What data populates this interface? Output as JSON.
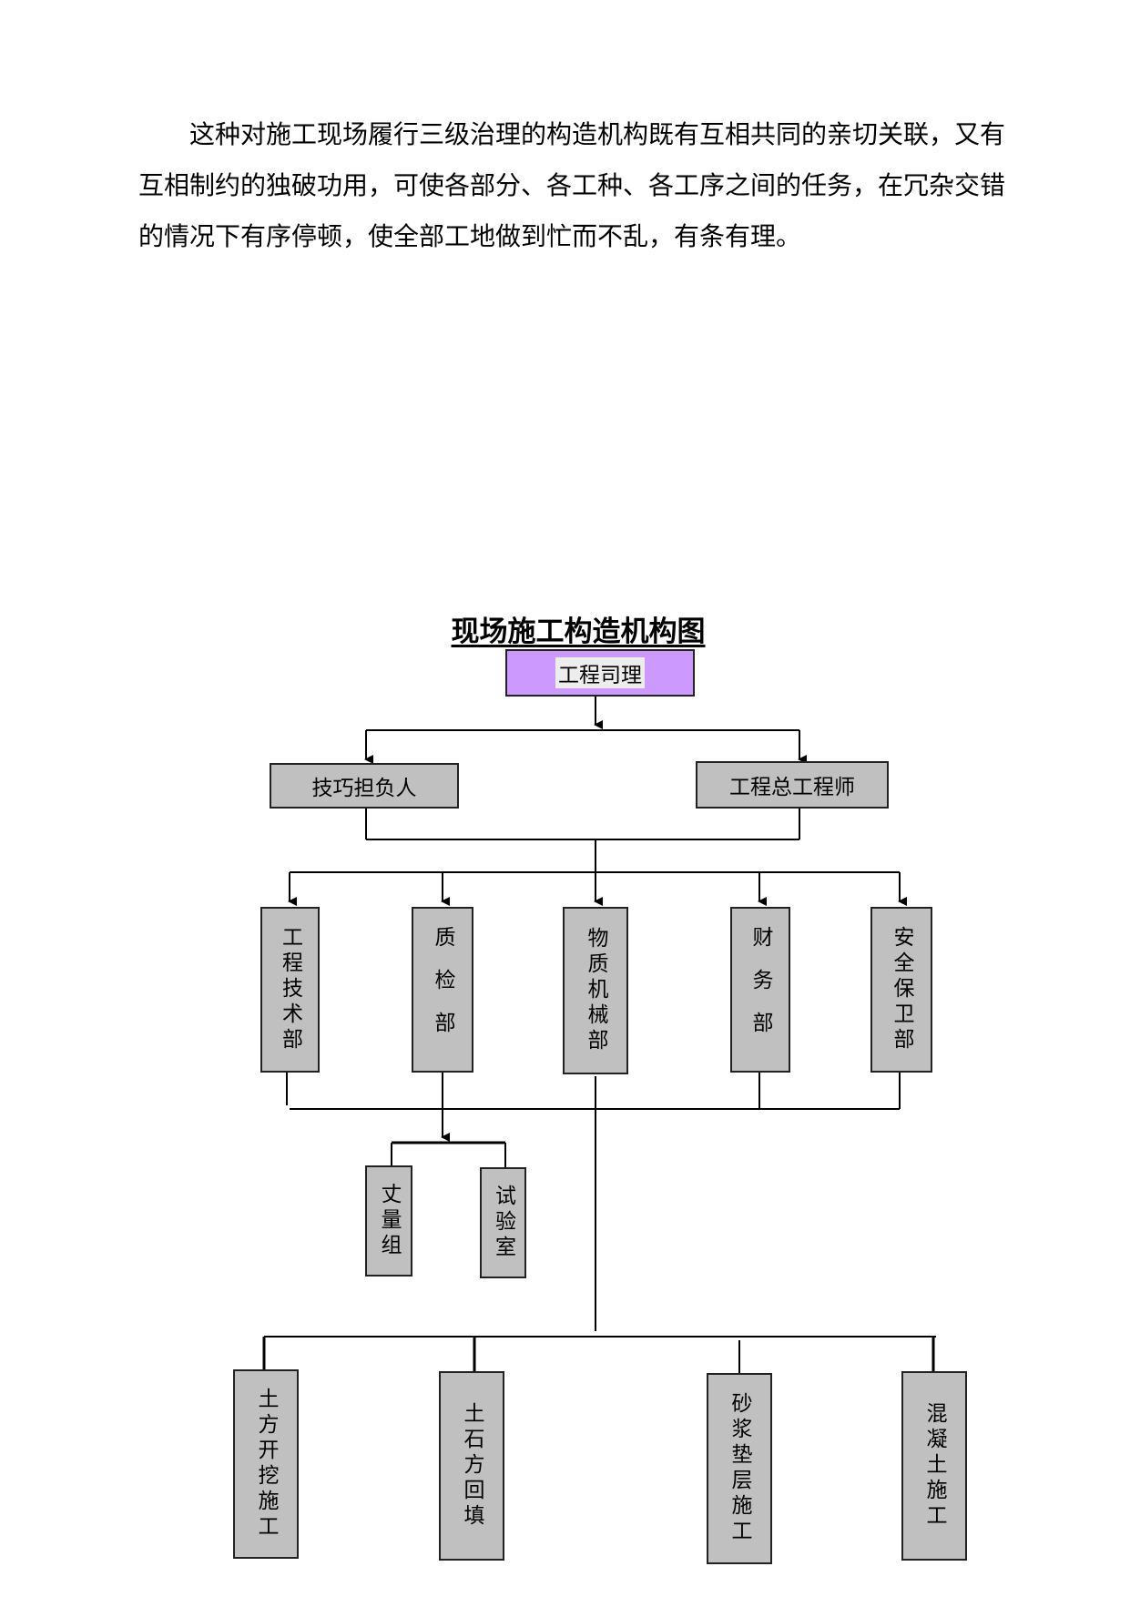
{
  "paragraph": "这种对施工现场履行三级治理的构造机构既有互相共同的亲切关联，又有互相制约的独破功用，可使各部分、各工种、各工序之间的任务，在冗杂交错的情况下有序停顿，使全部工地做到忙而不乱，有条有理。",
  "diagram": {
    "title": "现场施工构造机构图",
    "root": "工程司理",
    "level2": [
      "技巧担负人",
      "工程总工程师"
    ],
    "departments": [
      "工程技术部",
      "质检部",
      "物质机械部",
      "财务部",
      "安全保卫部"
    ],
    "qc_units": [
      "丈量组",
      "试验室"
    ],
    "construction_teams": [
      "土方开挖施工",
      "土石方回填",
      "砂浆垫层施工",
      "混凝土施工"
    ]
  },
  "colors": {
    "root_fill": "#cc99ff",
    "box_fill": "#c0c0c0",
    "line": "#000000"
  }
}
